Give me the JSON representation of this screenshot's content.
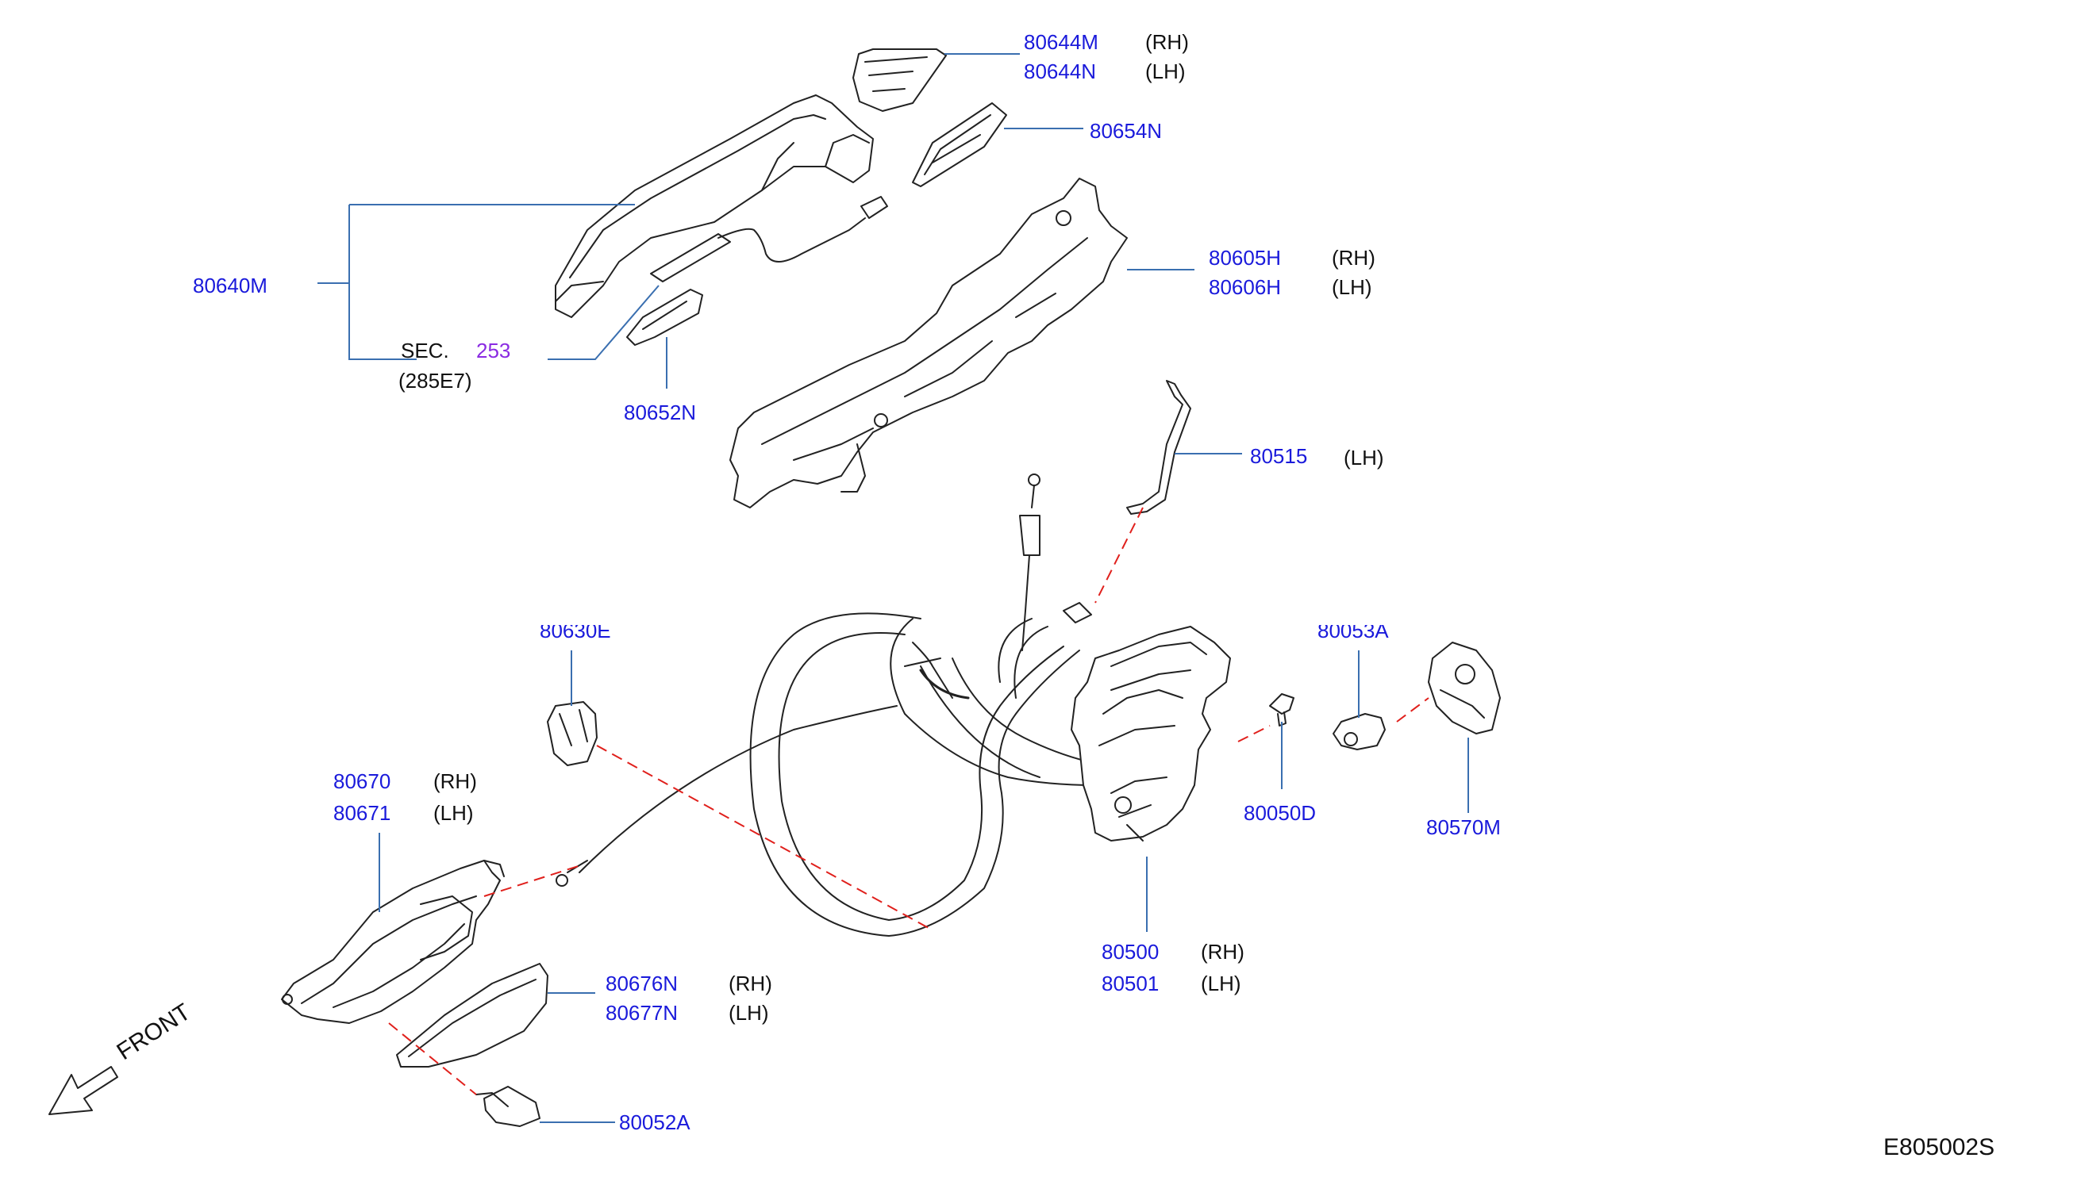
{
  "labels": {
    "p80644M": "80644M",
    "p80644M_side": "(RH)",
    "p80644N": "80644N",
    "p80644N_side": "(LH)",
    "p80654N": "80654N",
    "p80640M": "80640M",
    "sec_text": "SEC.",
    "sec_num": "253",
    "sec_sub": "(285E7)",
    "p80652N": "80652N",
    "p80605H": "80605H",
    "p80605H_side": "(RH)",
    "p80606H": "80606H",
    "p80606H_side": "(LH)",
    "p80515": "80515",
    "p80515_side": "(LH)",
    "p80630E": "80630E",
    "p80053A": "80053A",
    "p80670": "80670",
    "p80670_side": "(RH)",
    "p80671": "80671",
    "p80671_side": "(LH)",
    "p80050D": "80050D",
    "p80570M": "80570M",
    "p80500": "80500",
    "p80500_side": "(RH)",
    "p80501": "80501",
    "p80501_side": "(LH)",
    "p80676N": "80676N",
    "p80676N_side": "(RH)",
    "p80677N": "80677N",
    "p80677N_side": "(LH)",
    "p80052A": "80052A",
    "front": "FRONT",
    "diagram_code": "E805002S"
  },
  "colors": {
    "part_number": "#1a1adb",
    "leader": "#3a6fb0",
    "dashed": "#e0201c",
    "section_ref": "#8a2be2",
    "ink": "#111111"
  }
}
